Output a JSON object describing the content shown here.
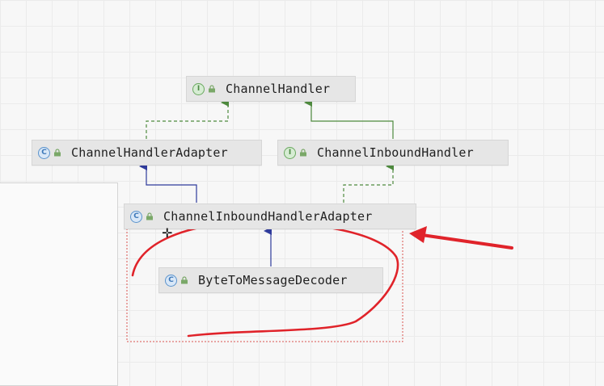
{
  "diagram": {
    "nodes": [
      {
        "id": "channel-handler",
        "kind": "I",
        "kind_type": "interface",
        "label": "ChannelHandler"
      },
      {
        "id": "channel-handler-adapter",
        "kind": "C",
        "kind_type": "class",
        "label": "ChannelHandlerAdapter"
      },
      {
        "id": "channel-inbound-handler",
        "kind": "I",
        "kind_type": "interface",
        "label": "ChannelInboundHandler"
      },
      {
        "id": "channel-inbound-handler-adapter",
        "kind": "C",
        "kind_type": "class",
        "label": "ChannelInboundHandlerAdapter"
      },
      {
        "id": "byte-to-message-decoder",
        "kind": "C",
        "kind_type": "class",
        "label": "ByteToMessageDecoder"
      }
    ],
    "edges": [
      {
        "from": "channel-handler-adapter",
        "to": "channel-handler",
        "relation": "implements",
        "style": "dashed",
        "color": "#4e8a3e"
      },
      {
        "from": "channel-inbound-handler",
        "to": "channel-handler",
        "relation": "extends",
        "style": "solid",
        "color": "#4e8a3e"
      },
      {
        "from": "channel-inbound-handler-adapter",
        "to": "channel-handler-adapter",
        "relation": "extends",
        "style": "solid",
        "color": "#2f3b9c"
      },
      {
        "from": "channel-inbound-handler-adapter",
        "to": "channel-inbound-handler",
        "relation": "implements",
        "style": "dashed",
        "color": "#4e8a3e"
      },
      {
        "from": "byte-to-message-decoder",
        "to": "channel-inbound-handler-adapter",
        "relation": "extends",
        "style": "solid",
        "color": "#2f3b9c"
      }
    ]
  },
  "annotations": {
    "highlight_color": "#e0232a",
    "selection_border_color": "#d9534f",
    "lock_icon": "lock-icon",
    "cursor_icon": "move-cursor-icon"
  },
  "colors": {
    "background": "#f7f7f7",
    "grid": "#ebebeb",
    "node_fill": "#e6e6e6",
    "class_badge": "#3d78b8",
    "interface_badge": "#4d8a44"
  }
}
